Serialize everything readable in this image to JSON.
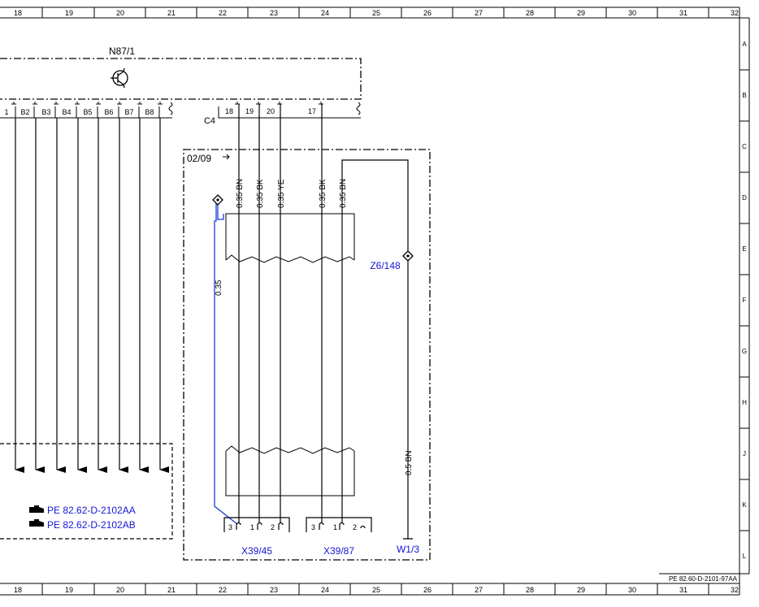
{
  "frame": {
    "columns": [
      "18",
      "19",
      "20",
      "21",
      "22",
      "23",
      "24",
      "25",
      "26",
      "27",
      "28",
      "29",
      "30",
      "31",
      "32"
    ],
    "rows": [
      "A",
      "B",
      "C",
      "D",
      "E",
      "F",
      "G",
      "H",
      "J",
      "K",
      "L"
    ],
    "doc_ref": "PE 82.60-D-2101-97AA"
  },
  "components": {
    "control_unit": "N87/1",
    "connector_c4": "C4",
    "zone_ref": "02/09",
    "junction": "Z6/148",
    "ground": "W1/3",
    "connector_left": "X39/45",
    "connector_right": "X39/87"
  },
  "pins": {
    "b_pins": [
      "1",
      "B2",
      "B3",
      "B4",
      "B5",
      "B6",
      "B7",
      "B8"
    ],
    "c4_pins": [
      "18",
      "19",
      "20",
      "17"
    ]
  },
  "wires": {
    "labels": [
      "0.35 BN",
      "0.35 BK",
      "0.35 YE",
      "0.35 BK",
      "0.35 BN"
    ],
    "blue_wire": "0.35",
    "ground_wire": "0.5 BN"
  },
  "connector_pins": {
    "x39_45": [
      "3",
      "1",
      "2"
    ],
    "x39_87": [
      "3",
      "1",
      "2"
    ]
  },
  "references": [
    "PE 82.62-D-2102AA",
    "PE 82.62-D-2102AB"
  ],
  "colors": {
    "line": "#000000",
    "link": "#1515d4",
    "blue_wire": "#1a3fd6"
  }
}
